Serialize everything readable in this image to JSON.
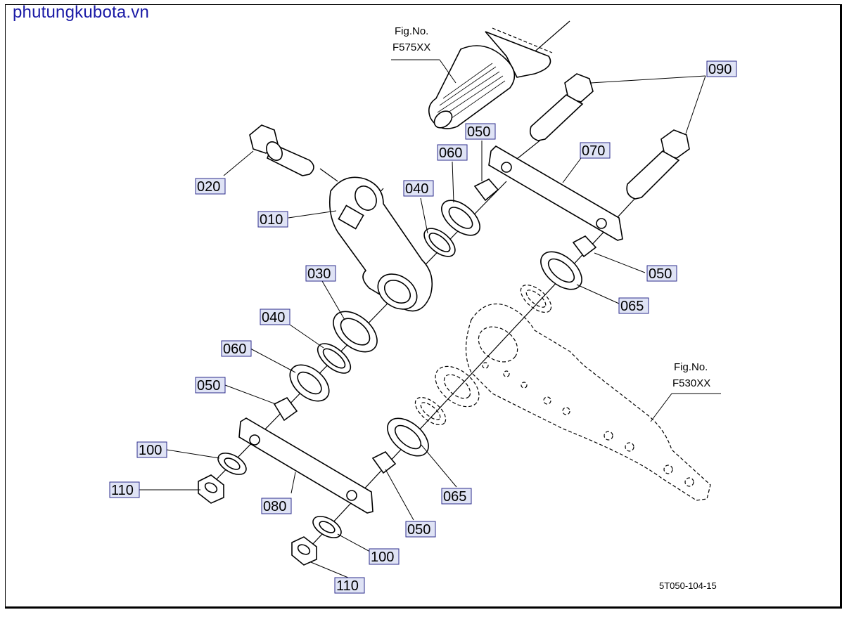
{
  "watermark": "phutungkubota.vn",
  "fig_refs": [
    {
      "line1": "Fig.No.",
      "line2": "F575XX"
    },
    {
      "line1": "Fig.No.",
      "line2": "F530XX"
    }
  ],
  "drawing_code": "5T050-104-15",
  "callouts": [
    "090",
    "050",
    "070",
    "060",
    "040",
    "020",
    "010",
    "050",
    "065",
    "030",
    "040",
    "060",
    "050",
    "100",
    "110",
    "080",
    "065",
    "050",
    "100",
    "110"
  ]
}
